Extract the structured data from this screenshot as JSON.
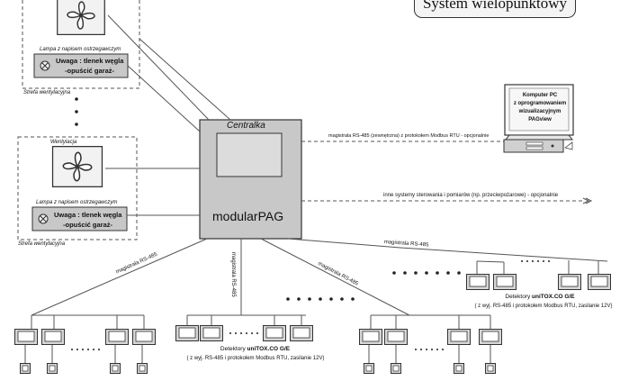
{
  "title": "System wielopunktowy",
  "central": {
    "title": "Centralka",
    "name": "modularPAG"
  },
  "zone_top": {
    "lamp_label": "Lampa z napisem ostrzegawczym",
    "warning_line1": "Uwaga : tlenek węgla",
    "warning_line2": "-opuścić garaż-",
    "zone_label": "Strefa wentylacyjna"
  },
  "zone_bottom": {
    "vent_label": "Wentylacja",
    "lamp_label": "Lampa z napisem ostrzegawczym",
    "warning_line1": "Uwaga : tlenek węgla",
    "warning_line2": "-opuścić garaż-",
    "zone_label": "Strefa wentylacyjna"
  },
  "pc": {
    "line1": "Komputer PC",
    "line2": "z oprogramowaniem",
    "line3": "wizualizacyjnym",
    "line4": "PAGview"
  },
  "links": {
    "pc_link": "magistrala RS-485 (zewnętrzna) z protokołem Modbus RTU - opcjonalnie",
    "other_systems": "inne systemy sterowania i pomiarów (np. przeciwpożarowe) - opcjonalnie",
    "bus_left": "magistrala RS-485",
    "bus_mid": "magistrala RS-485",
    "bus_center_right": "magistrala RS-485",
    "bus_right": "magistrala RS-485"
  },
  "detectors_mid": {
    "prefix": "Detektory ",
    "model": "uniTOX.CO G/E",
    "note": "( z wyj. RS-485 i protokołem Modbus RTU, zasilanie 12V)"
  },
  "detectors_right": {
    "prefix": "Detektory ",
    "model": "uniTOX.CO G/E",
    "note": "( z wyj. RS-485 i protokołem Modbus RTU, zasilanie 12V)"
  },
  "colors": {
    "box_fill": "#c8c8c8",
    "screen_fill": "#d9d9d9",
    "line": "#555555"
  }
}
